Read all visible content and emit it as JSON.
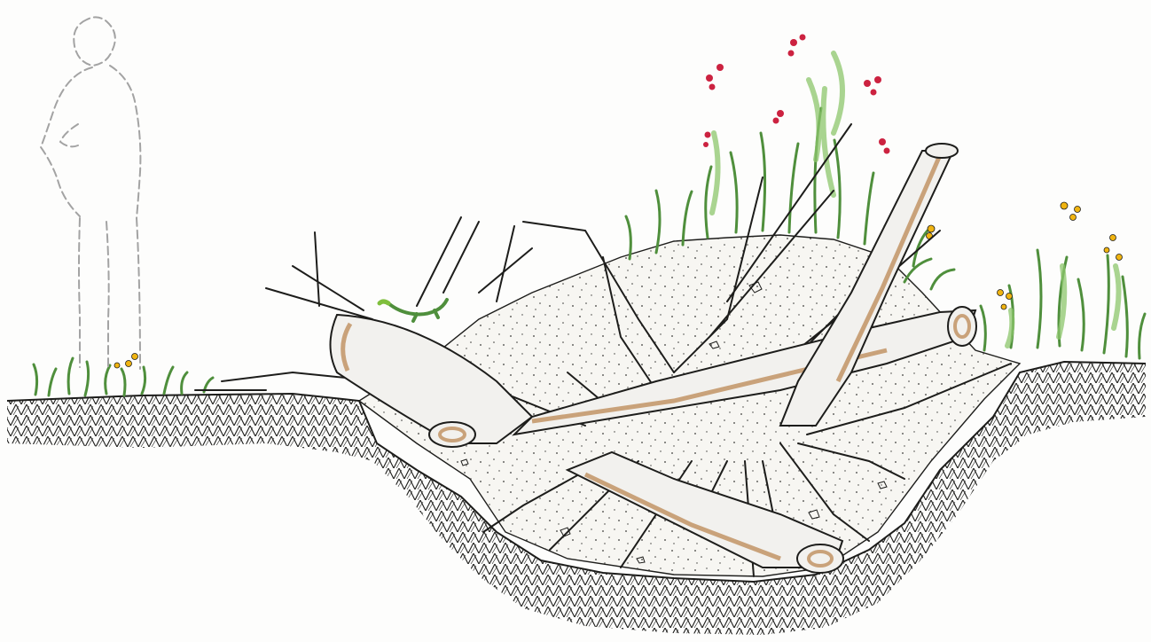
{
  "illustration": {
    "subjects": [
      "person-silhouette",
      "ground-surface",
      "excavated-pit",
      "sand-fill",
      "fallen-logs",
      "tree-branches",
      "grass-tufts",
      "red-flowers",
      "yellow-flowers",
      "lizard"
    ],
    "colors": {
      "background": "#fdfdfc",
      "ink": "#1d1d1b",
      "bark": "#c9a27a",
      "bark_shadow": "#d8dde2",
      "sand": "#f7f6f2",
      "grass": "#6aab4f",
      "grass_dark": "#4f8f3c",
      "red_flower": "#cc2240",
      "yellow_flower": "#f0b411",
      "lizard": "#7fbf3c",
      "silhouette": "#a3a3a3"
    }
  }
}
